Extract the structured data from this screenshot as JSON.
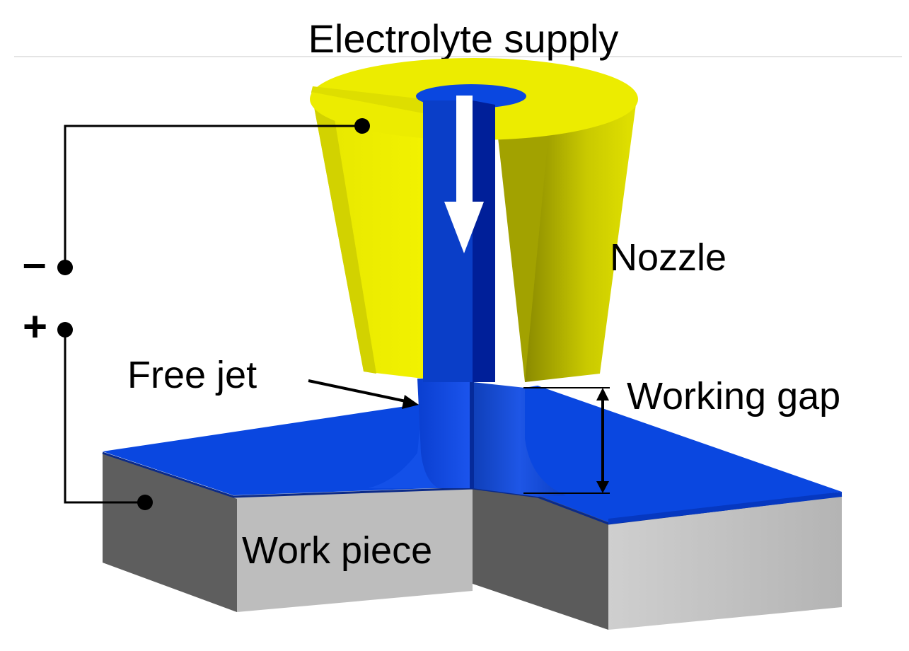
{
  "title": "Electrolyte supply",
  "labels": {
    "nozzle": "Nozzle",
    "free_jet": "Free jet",
    "working_gap": "Working gap",
    "work_piece": "Work piece"
  },
  "terminals": {
    "negative": "–",
    "positive": "+"
  },
  "colors": {
    "nozzle_top": "#ecec00",
    "nozzle_front": "#e0e000",
    "nozzle_side": "#a8a800",
    "electrolyte": "#0a47e0",
    "electrolyte_dark": "#001f99",
    "workpiece_front": "#bcbcbc",
    "workpiece_dark": "#5e5e5e",
    "flow_arrow": "#ffffff"
  },
  "icons": {
    "flow": "down-arrow-icon"
  }
}
